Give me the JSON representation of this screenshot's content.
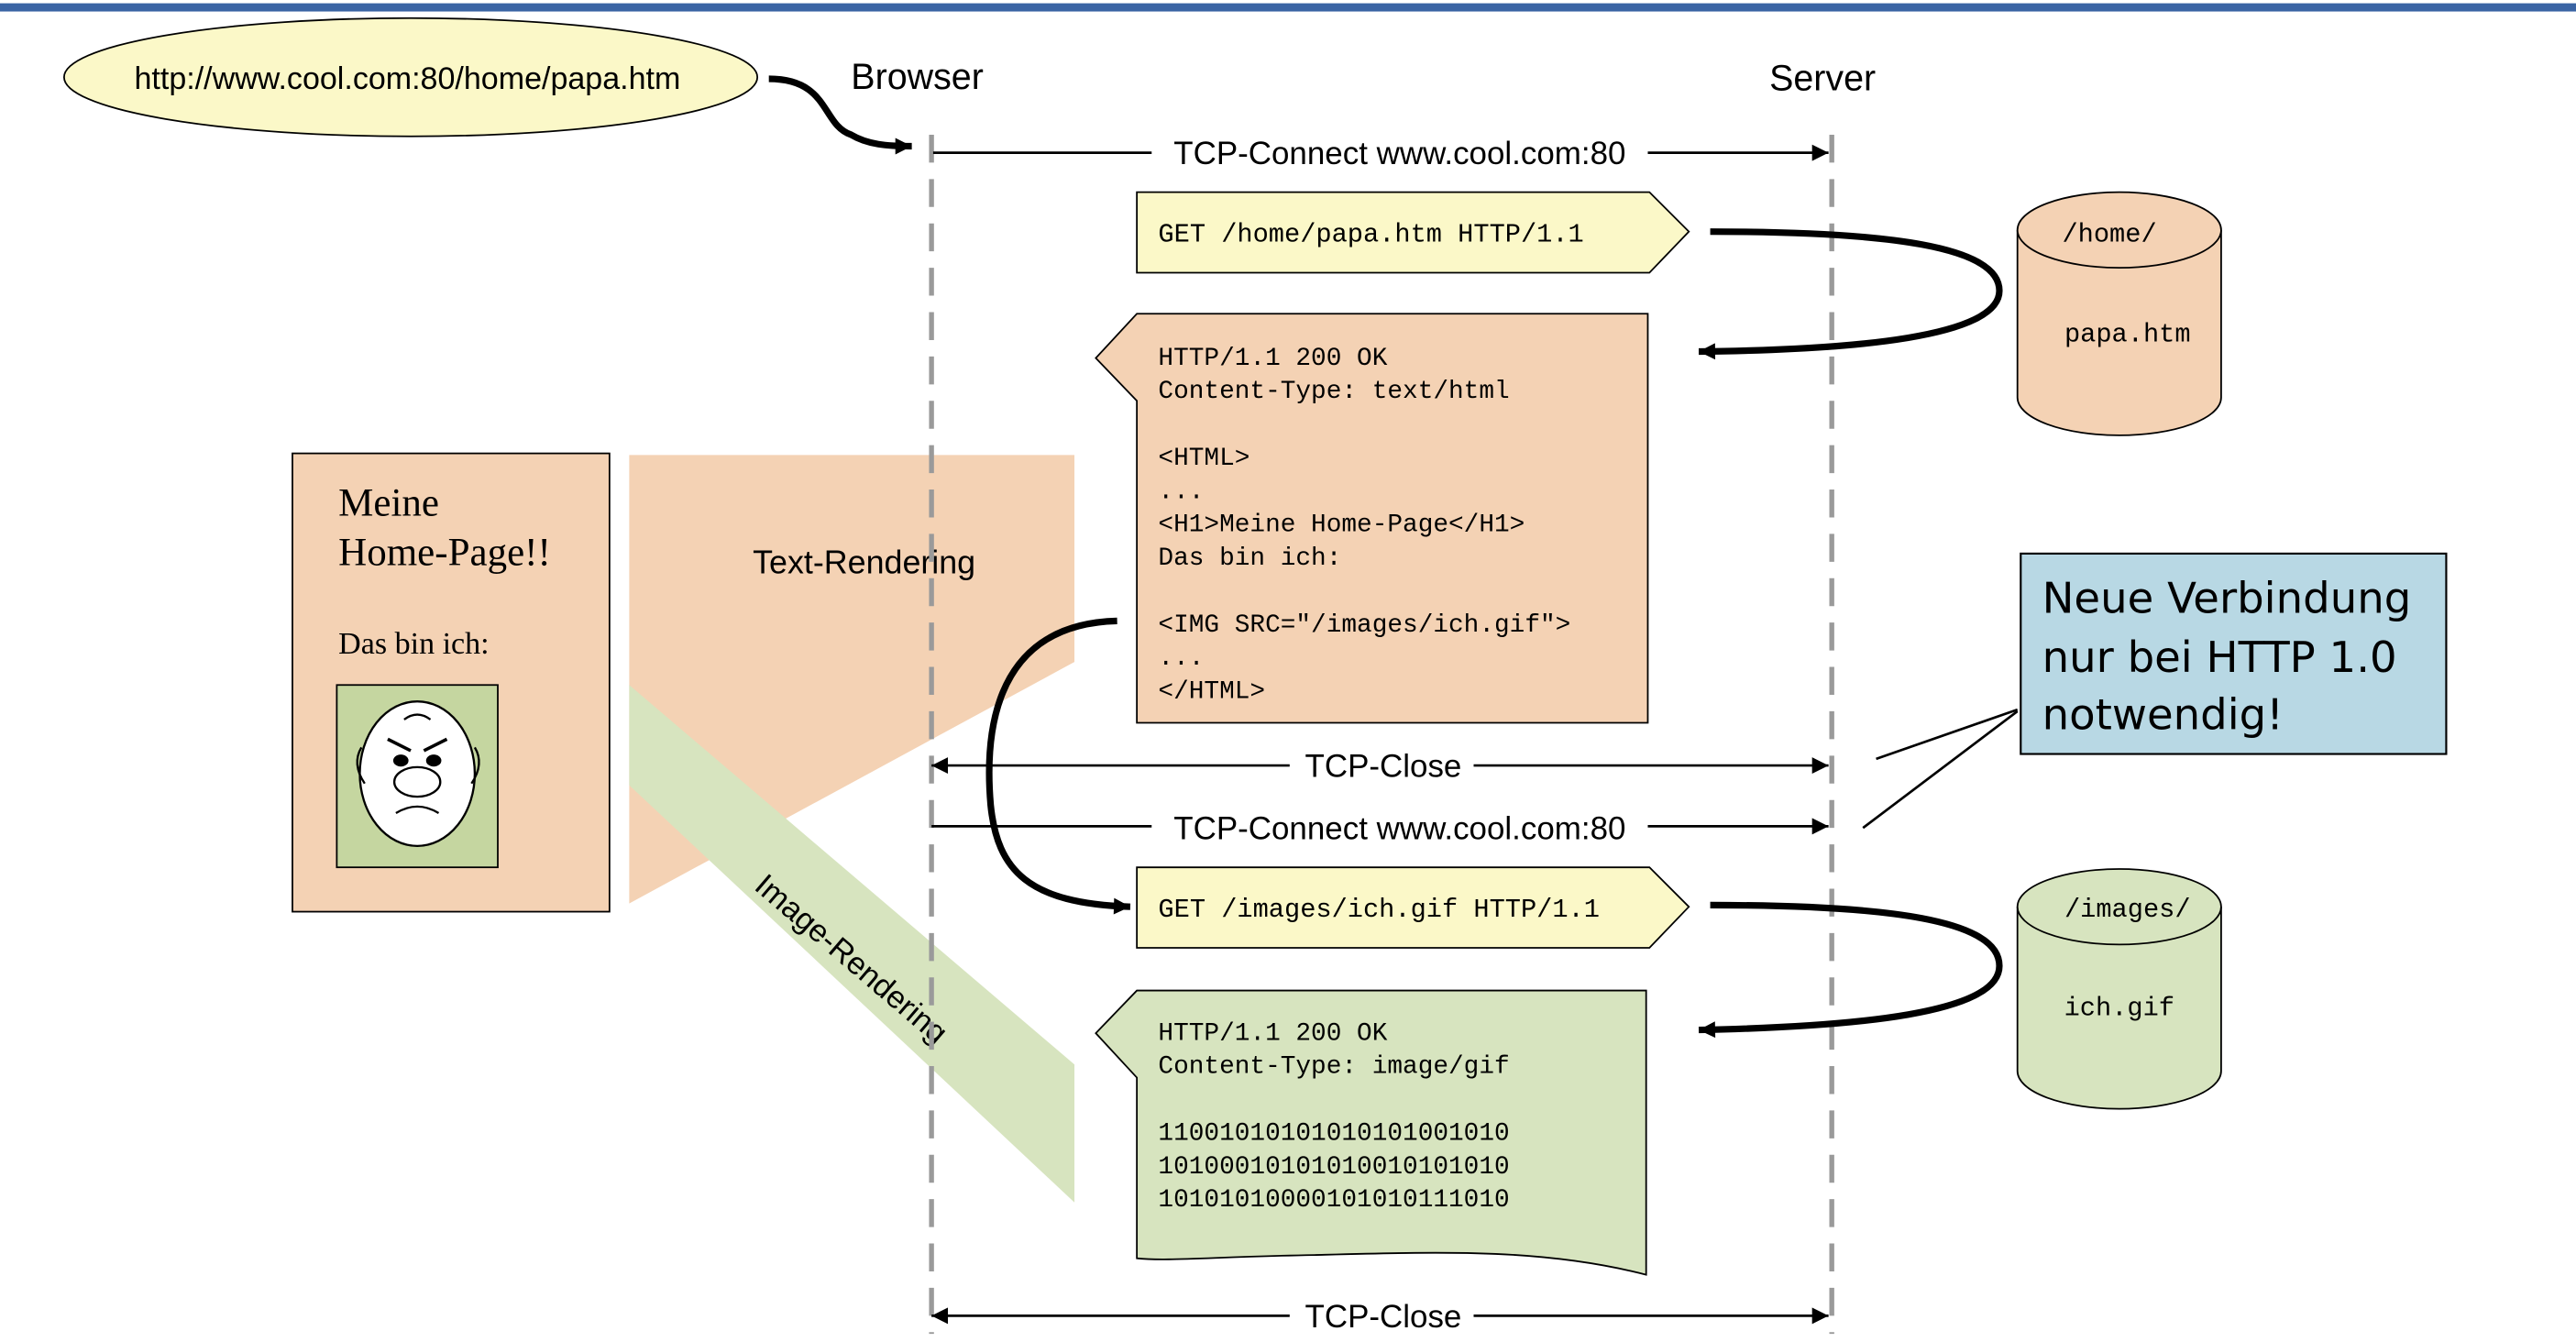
{
  "colors": {
    "top_rule": "#3a64a4",
    "request_fill": "#fbf8c8",
    "text_fill": "#f4d2b4",
    "image_fill": "#d7e4bf",
    "note_fill": "#b8d8e4",
    "dash": "#9a9a9a"
  },
  "url": "http://www.cool.com:80/home/papa.htm",
  "lanes": {
    "browser": "Browser",
    "server": "Server"
  },
  "tcp": {
    "connect1": "TCP-Connect www.cool.com:80",
    "close1": "TCP-Close",
    "connect2": "TCP-Connect www.cool.com:80",
    "close2": "TCP-Close"
  },
  "request1": "GET /home/papa.htm HTTP/1.1",
  "response1": [
    "HTTP/1.1 200 OK",
    "Content-Type: text/html",
    "",
    "<HTML>",
    "...",
    "<H1>Meine Home-Page</H1>",
    "Das bin ich:",
    "",
    "<IMG SRC=\"/images/ich.gif\">",
    "...",
    "</HTML>"
  ],
  "request2": "GET /images/ich.gif HTTP/1.1",
  "response2": [
    "HTTP/1.1 200 OK",
    "Content-Type: image/gif",
    "",
    "11001010101010101001010",
    "10100010101010010101010",
    "10101010000101010111010"
  ],
  "db1": {
    "dir": "/home/",
    "file": "papa.htm"
  },
  "db2": {
    "dir": "/images/",
    "file": "ich.gif"
  },
  "note": [
    "Neue Verbindung",
    "nur bei HTTP 1.0",
    "notwendig!"
  ],
  "rendered_page": {
    "title_line1": "Meine",
    "title_line2": "Home-Page!!",
    "body": "Das bin ich:"
  },
  "text_rendering": "Text-Rendering",
  "image_rendering": "Image-Rendering"
}
